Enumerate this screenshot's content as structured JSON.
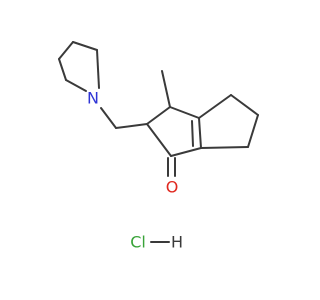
{
  "molecule": {
    "atoms": {
      "nitrogen": "N",
      "oxygen": "O",
      "salt": "Cl",
      "salt_hydrogen": "H"
    },
    "colors": {
      "bond": "#3a3a3a",
      "nitrogen": "#2f35d6",
      "oxygen": "#e0281f",
      "salt": "#39a339",
      "salt_hydrogen": "#3a3a3a"
    }
  }
}
